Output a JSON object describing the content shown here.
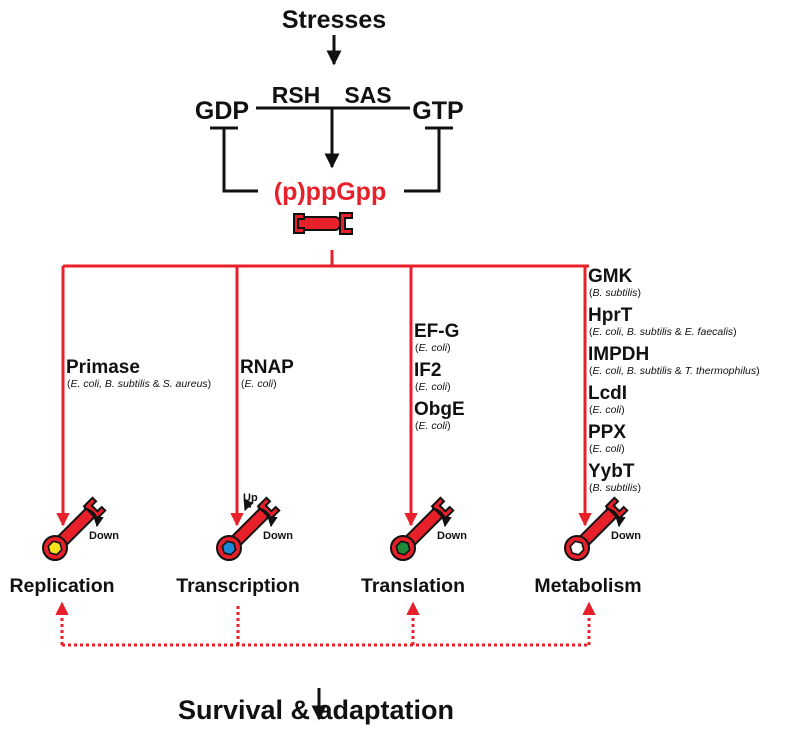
{
  "colors": {
    "ink": "#111111",
    "red": "#e8202a",
    "wrench": "#e8202a",
    "wrench_outline": "#111111"
  },
  "top": {
    "stresses": "Stresses",
    "rsh": "RSH",
    "sas": "SAS",
    "gdp": "GDP",
    "gtp": "GTP",
    "alarmone": "(p)ppGpp",
    "alarmone_icon": "wrench-icon"
  },
  "branches": [
    {
      "targets": [
        {
          "name": "Primase",
          "org_parts": [
            {
              "t": "(",
              "i": false
            },
            {
              "t": "E. coli, B. subtilis",
              "i": true
            },
            {
              "t": " & ",
              "i": false
            },
            {
              "t": "S. aureus",
              "i": true
            },
            {
              "t": ")",
              "i": false
            }
          ]
        }
      ],
      "process": "Replication",
      "effect_down": "Down",
      "effect_up": "",
      "nut_color": "#f7e21b",
      "icon": "wrench-icon"
    },
    {
      "targets": [
        {
          "name": "RNAP",
          "org_parts": [
            {
              "t": "(",
              "i": false
            },
            {
              "t": "E. coli",
              "i": true
            },
            {
              "t": ")",
              "i": false
            }
          ]
        }
      ],
      "process": "Transcription",
      "effect_down": "Down",
      "effect_up": "Up",
      "nut_color": "#1e88d8",
      "icon": "wrench-icon"
    },
    {
      "targets": [
        {
          "name": "EF-G",
          "org_parts": [
            {
              "t": "(",
              "i": false
            },
            {
              "t": "E. coli",
              "i": true
            },
            {
              "t": ")",
              "i": false
            }
          ]
        },
        {
          "name": "IF2",
          "org_parts": [
            {
              "t": "(",
              "i": false
            },
            {
              "t": "E. coli",
              "i": true
            },
            {
              "t": ")",
              "i": false
            }
          ]
        },
        {
          "name": "ObgE",
          "org_parts": [
            {
              "t": "(",
              "i": false
            },
            {
              "t": "E. coli",
              "i": true
            },
            {
              "t": ")",
              "i": false
            }
          ]
        }
      ],
      "process": "Translation",
      "effect_down": "Down",
      "effect_up": "",
      "nut_color": "#1f8a3a",
      "icon": "wrench-icon"
    },
    {
      "targets": [
        {
          "name": "GMK",
          "org_parts": [
            {
              "t": "(",
              "i": false
            },
            {
              "t": "B. subtilis",
              "i": true
            },
            {
              "t": ")",
              "i": false
            }
          ]
        },
        {
          "name": "HprT",
          "org_parts": [
            {
              "t": "(",
              "i": false
            },
            {
              "t": "E. coli, B. subtilis",
              "i": true
            },
            {
              "t": " & ",
              "i": false
            },
            {
              "t": "E. faecalis",
              "i": true
            },
            {
              "t": ")",
              "i": false
            }
          ]
        },
        {
          "name": "IMPDH",
          "org_parts": [
            {
              "t": "(",
              "i": false
            },
            {
              "t": "E. coli, B. subtilis",
              "i": true
            },
            {
              "t": " & ",
              "i": false
            },
            {
              "t": "T. thermophilus",
              "i": true
            },
            {
              "t": ")",
              "i": false
            }
          ]
        },
        {
          "name": "LcdI",
          "org_parts": [
            {
              "t": "(",
              "i": false
            },
            {
              "t": "E. coli",
              "i": true
            },
            {
              "t": ")",
              "i": false
            }
          ]
        },
        {
          "name": "PPX",
          "org_parts": [
            {
              "t": "(",
              "i": false
            },
            {
              "t": "E. coli",
              "i": true
            },
            {
              "t": ")",
              "i": false
            }
          ]
        },
        {
          "name": "YybT",
          "org_parts": [
            {
              "t": "(",
              "i": false
            },
            {
              "t": "B. subtilis",
              "i": true
            },
            {
              "t": ")",
              "i": false
            }
          ]
        }
      ],
      "process": "Metabolism",
      "effect_down": "Down",
      "effect_up": "",
      "nut_color": "#ffffff",
      "icon": "wrench-icon"
    }
  ],
  "bottom": {
    "outcome": "Survival & adaptation"
  }
}
